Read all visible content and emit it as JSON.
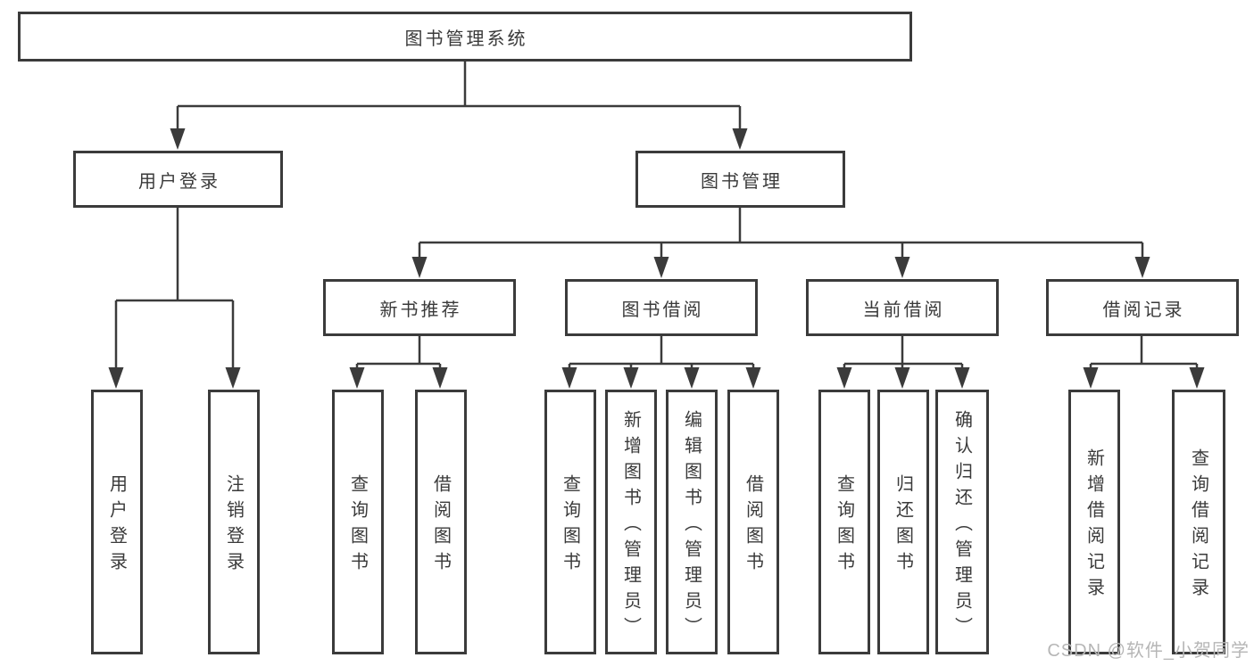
{
  "nodes": {
    "root": "图书管理系统",
    "level2": {
      "user_login": "用户登录",
      "book_management": "图书管理"
    },
    "level3": {
      "new_book_recommend": "新书推荐",
      "book_borrowing": "图书借阅",
      "current_borrowing": "当前借阅",
      "borrowing_records": "借阅记录"
    },
    "leaves": {
      "user_login": [
        "用户登录",
        "注销登录"
      ],
      "new_book_recommend": [
        "查询图书",
        "借阅图书"
      ],
      "book_borrowing": [
        "查询图书",
        "新增图书（管理员）",
        "编辑图书（管理员）",
        "借阅图书"
      ],
      "current_borrowing": [
        "查询图书",
        "归还图书",
        "确认归还（管理员）"
      ],
      "borrowing_records": [
        "新增借阅记录",
        "查询借阅记录"
      ]
    }
  },
  "watermark": "CSDN @软件_小贺同学",
  "colors": {
    "line": "#3b3b3b",
    "text": "#3a3a3a",
    "background": "#ffffff",
    "watermark": "#b6b6b6"
  }
}
